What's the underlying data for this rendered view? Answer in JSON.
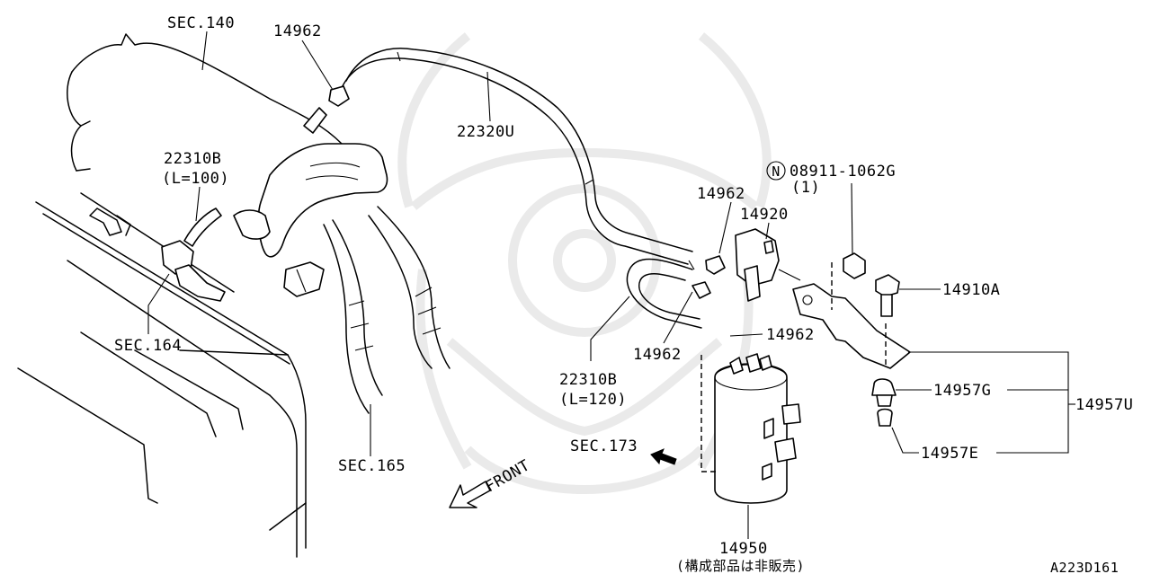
{
  "labels": {
    "sec140": "SEC.140",
    "p14962_top": "14962",
    "p22320u": "22320U",
    "p22310b_top": "22310B",
    "p22310b_top_len": "(L=100)",
    "sec164": "SEC.164",
    "sec165": "SEC.165",
    "front": "FRONT",
    "p14962_mid": "14962",
    "p14920": "14920",
    "n08911": "08911-1062G",
    "n08911_qty": "(1)",
    "n_symbol": "N",
    "p14910a": "14910A",
    "p14962_right": "14962",
    "p14962_low": "14962",
    "p22310b_low": "22310B",
    "p22310b_low_len": "(L=120)",
    "p14957g": "14957G",
    "p14957u": "14957U",
    "p14957e": "14957E",
    "sec173": "SEC.173",
    "p14950": "14950",
    "p14950_note": "(構成部品は非販売)",
    "diagram_code": "A223D161"
  }
}
